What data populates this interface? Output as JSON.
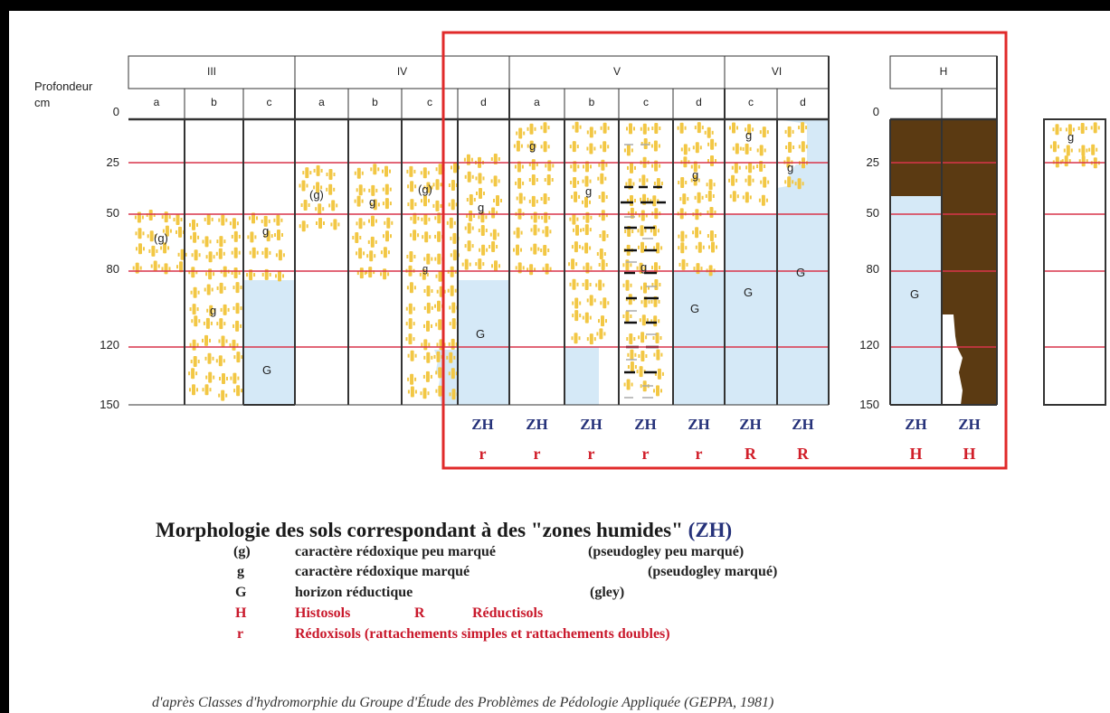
{
  "depth_title": "Profondeur",
  "depth_unit": "cm",
  "depth_ticks": [
    "0",
    "25",
    "50",
    "80",
    "120",
    "150"
  ],
  "groups": [
    "III",
    "IV",
    "V",
    "VI",
    "H"
  ],
  "subcolumns": [
    "a",
    "b",
    "c",
    "a",
    "b",
    "c",
    "d",
    "a",
    "b",
    "c",
    "d",
    "c",
    "d"
  ],
  "h_subcolumns": [
    "",
    ""
  ],
  "profile_labels": {
    "III-a": "(g)",
    "III-b": "g",
    "III-c-top": "g",
    "III-c-bottom": "G",
    "IV-a": "(g)",
    "IV-b": "g",
    "IV-c-top": "(g)",
    "IV-c-bottom": "g",
    "IV-d-top": "g",
    "IV-d-bottom": "G",
    "V-a": "g",
    "V-b": "g",
    "V-c": "g",
    "V-d-top": "g",
    "V-d-bottom": "G",
    "VI-c-top": "g",
    "VI-c-bottom": "G",
    "VI-d-top": "g",
    "VI-d-bottom": "G",
    "H-a": "G",
    "extra": "g"
  },
  "zh_row": [
    "ZH",
    "ZH",
    "ZH",
    "ZH",
    "ZH",
    "ZH",
    "ZH",
    "ZH",
    "ZH"
  ],
  "class_row": [
    "r",
    "r",
    "r",
    "r",
    "r",
    "R",
    "R",
    "H",
    "H"
  ],
  "title": {
    "main": "Morphologie des sols correspondant à des \"zones humides\"",
    "acronym": "(ZH)"
  },
  "legend": [
    {
      "symbol": "(g)",
      "text": "caractère rédoxique peu marqué",
      "note": "(pseudogley peu marqué)"
    },
    {
      "symbol": "g",
      "text": "caractère rédoxique marqué",
      "note": "(pseudogley marqué)"
    },
    {
      "symbol": "G",
      "text": "horizon réductique",
      "note": "(gley)"
    }
  ],
  "legend_red_1": {
    "symbol": "H",
    "text": "Histosols",
    "symbol2": "R",
    "text2": "Réductisols"
  },
  "legend_red_2": {
    "symbol": "r",
    "text": "Rédoxisols (rattachements simples et rattachements doubles)"
  },
  "source": "d'après Classes d'hydromorphie du Groupe d'Étude des Problèmes de Pédologie Appliquée (GEPPA, 1981)",
  "colors": {
    "mottle": "#f2c744",
    "gley": "#d5e9f7",
    "peat": "#5b3a12",
    "highlight": "#e02a2a",
    "depth_line": "#d9344a",
    "zh": "#26327a",
    "class": "#d11f2a"
  }
}
